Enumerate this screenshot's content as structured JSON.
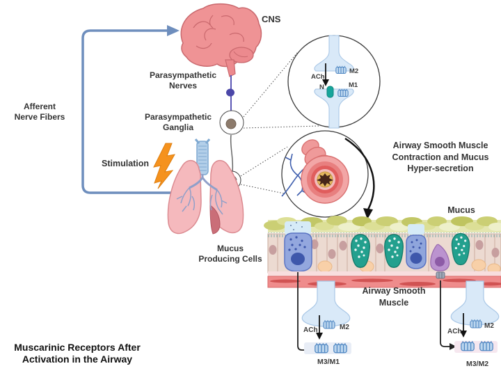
{
  "figure_title": {
    "line1": "Muscarinic Receptors After",
    "line2": "Activation in the Airway"
  },
  "labels": {
    "cns": "CNS",
    "parasympathetic_nerves_l1": "Parasympathetic",
    "parasympathetic_nerves_l2": "Nerves",
    "parasympathetic_ganglia_l1": "Parasympathetic",
    "parasympathetic_ganglia_l2": "Ganglia",
    "afferent_l1": "Afferent",
    "afferent_l2": "Nerve Fibers",
    "stimulation": "Stimulation",
    "mucus_producing_l1": "Mucus",
    "mucus_producing_l2": "Producing Cells",
    "asm_effect_l1": "Airway Smooth Muscle",
    "asm_effect_l2": "Contraction and Mucus",
    "asm_effect_l3": "Hyper-secretion",
    "mucus": "Mucus",
    "airway_smooth_l1": "Airway Smooth",
    "airway_smooth_l2": "Muscle"
  },
  "ganglion_synapse": {
    "ach": "ACh",
    "m2": "M2",
    "n": "N",
    "m1": "M1"
  },
  "epithelium_synapse": {
    "ach": "ACh",
    "m2": "M2",
    "receptors": "M3/M1"
  },
  "muscle_synapse": {
    "ach": "ACh",
    "m2": "M2",
    "receptors": "M3/M2"
  },
  "colors": {
    "stimulation_orange": "#F5921E",
    "afferent_blue": "#6E8EBD",
    "nerve_purple": "#5B57B5",
    "ganglion_brown": "#8D7B6C",
    "brain_pink": "#EF9395",
    "lung_pink": "#F5B9BD",
    "trachea_blue": "#B3CFE9",
    "synapse_blue": "#D9E9F8",
    "receptor_blue": "#4E86C2",
    "nicotinic_teal": "#17A59B",
    "goblet_blue": "#93A7DE",
    "goblet_teal": "#23A08E",
    "goblet_purple": "#BB93CF",
    "mucus_green": "#E4E6B0",
    "muscle_red": "#EF8C8C"
  }
}
